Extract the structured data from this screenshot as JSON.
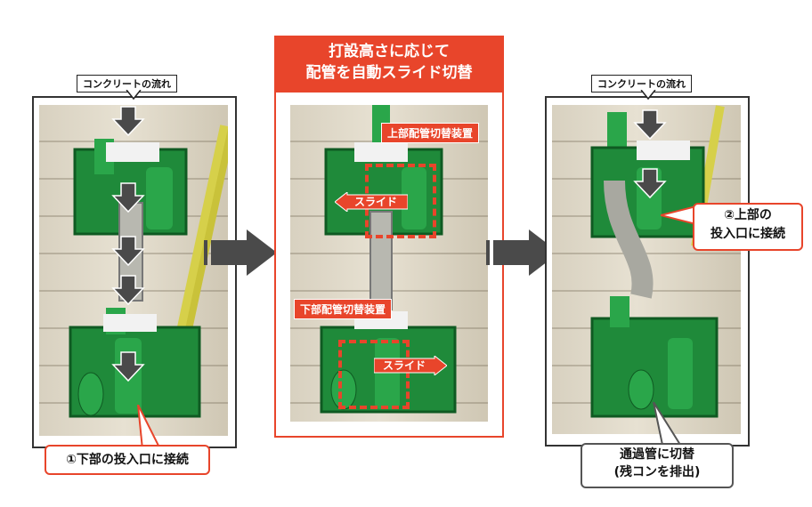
{
  "left": {
    "flow_label": "コンクリートの流れ",
    "callout": "①下部の投入口に接続"
  },
  "middle": {
    "banner_line1": "打設高さに応じて",
    "banner_line2": "配管を自動スライド切替",
    "upper_device": "上部配管切替装置",
    "lower_device": "下部配管切替装置",
    "slide_label": "スライド"
  },
  "right": {
    "flow_label": "コンクリートの流れ",
    "callout_line1": "②上部の",
    "callout_line2": "投入口に接続",
    "bottom_line1": "通過管に切替",
    "bottom_line2": "(残コンを排出)"
  },
  "colors": {
    "accent_red": "#e8452b",
    "machine_green": "#1f8a3a",
    "arrow_grey": "#4a4a4a"
  }
}
